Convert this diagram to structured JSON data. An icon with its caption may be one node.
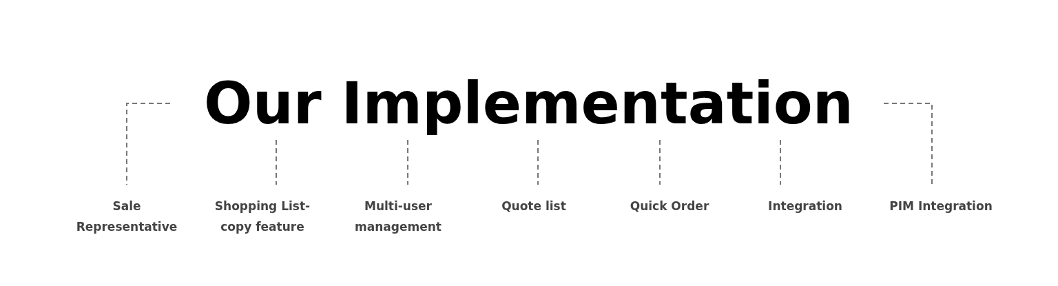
{
  "diagram": {
    "nodes": [
      {
        "text": [
          "Our Implementation"
        ]
      },
      {
        "text": [
          "Sale Representative"
        ]
      },
      {
        "text": [
          "Shopping List- copy feature"
        ]
      },
      {
        "text": [
          "Multi-user management"
        ]
      },
      {
        "text": [
          "Quote list"
        ]
      },
      {
        "text": [
          "Quick Order"
        ]
      },
      {
        "text": [
          "Integration"
        ]
      },
      {
        "text": [
          "PIM Integration"
        ]
      }
    ],
    "edges": [
      {
        "from": 0,
        "to": 1,
        "arrow": "none",
        "style": "dashed"
      },
      {
        "from": 0,
        "to": 2,
        "arrow": "none",
        "style": "dashed"
      },
      {
        "from": 0,
        "to": 3,
        "arrow": "none",
        "style": "dashed"
      },
      {
        "from": 0,
        "to": 4,
        "arrow": "none",
        "style": "dashed"
      },
      {
        "from": 0,
        "to": 5,
        "arrow": "none",
        "style": "dashed"
      },
      {
        "from": 0,
        "to": 6,
        "arrow": "none",
        "style": "dashed"
      },
      {
        "from": 0,
        "to": 7,
        "arrow": "none",
        "style": "dashed"
      }
    ]
  }
}
